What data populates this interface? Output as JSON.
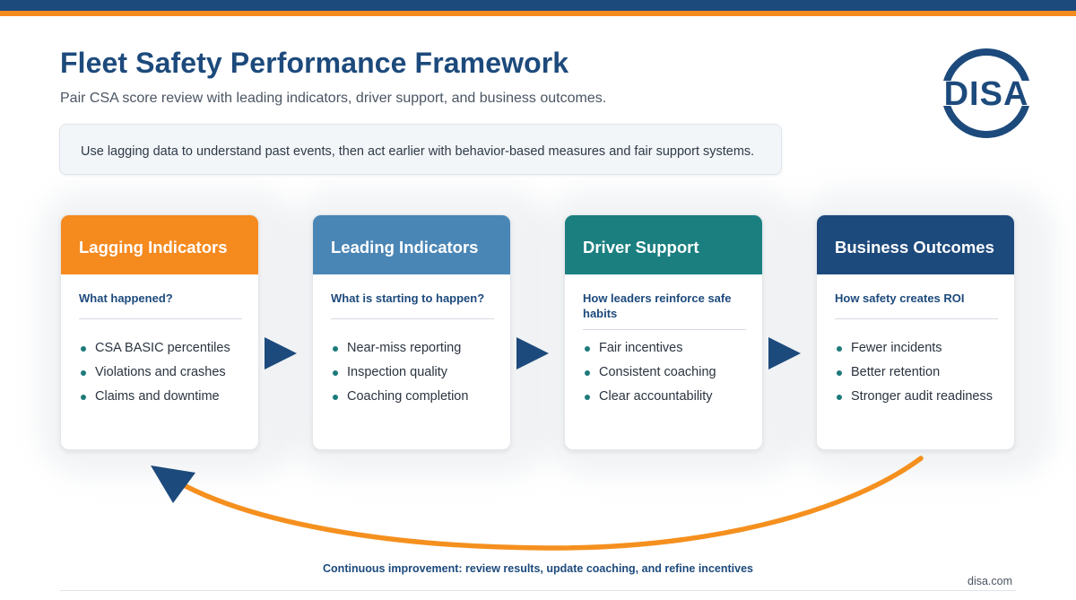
{
  "header": {
    "title": "Fleet Safety Performance Framework",
    "subtitle": "Pair CSA score review with leading indicators, driver support, and business outcomes."
  },
  "logo": {
    "text": "DISA"
  },
  "callout": {
    "text": "Use lagging data to understand past events, then act earlier with behavior-based measures and fair support systems."
  },
  "cards": [
    {
      "title": "Lagging Indicators",
      "question": "What happened?",
      "items": [
        "CSA BASIC percentiles",
        "Violations and crashes",
        "Claims and downtime"
      ],
      "color": "#f58a1f"
    },
    {
      "title": "Leading Indicators",
      "question": "What is starting to happen?",
      "items": [
        "Near-miss reporting",
        "Inspection quality",
        "Coaching completion"
      ],
      "color": "#4a86b5"
    },
    {
      "title": "Driver Support",
      "question": "How leaders reinforce safe habits",
      "items": [
        "Fair incentives",
        "Consistent coaching",
        "Clear accountability"
      ],
      "color": "#1b7f80"
    },
    {
      "title": "Business Outcomes",
      "question": "How safety creates ROI",
      "items": [
        "Fewer incidents",
        "Better retention",
        "Stronger audit readiness"
      ],
      "color": "#1d4a7c"
    }
  ],
  "loop": {
    "caption": "Continuous improvement: review results, update coaching, and refine incentives"
  },
  "footer": {
    "url": "disa.com"
  },
  "colors": {
    "navy": "#1d4a7c",
    "orange": "#f58a1f",
    "teal_bullet": "#1d7a7a"
  }
}
